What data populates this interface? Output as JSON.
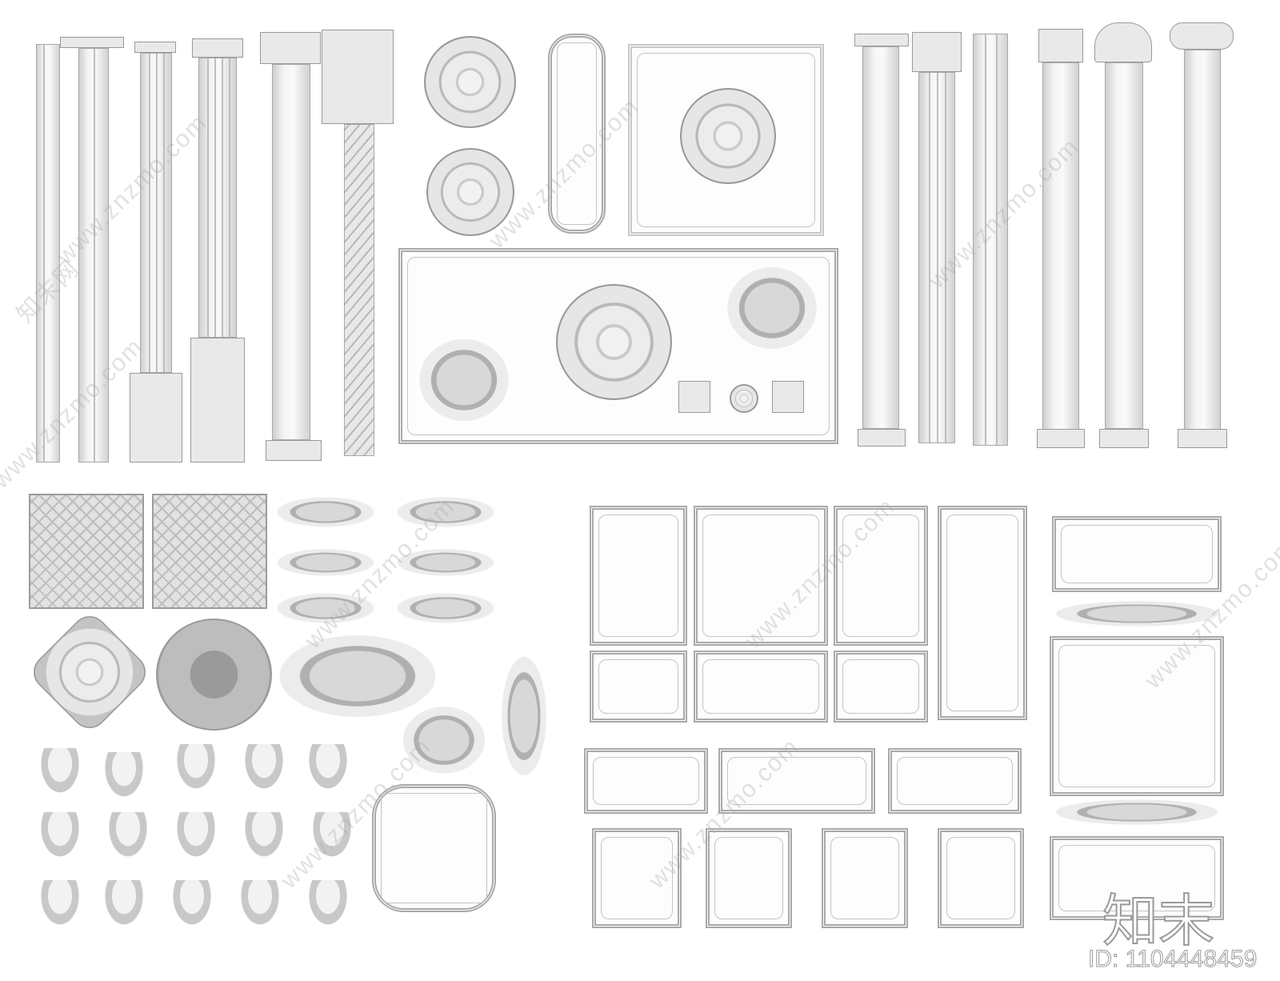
{
  "watermark": {
    "site": "www.znzmo.com",
    "brand": "知末网",
    "logo": "知末",
    "id_label": "ID: 1104448459"
  },
  "colors": {
    "background": "#ffffff",
    "model_gray": "#d6d6d6",
    "outline": "#9c9c9c"
  }
}
